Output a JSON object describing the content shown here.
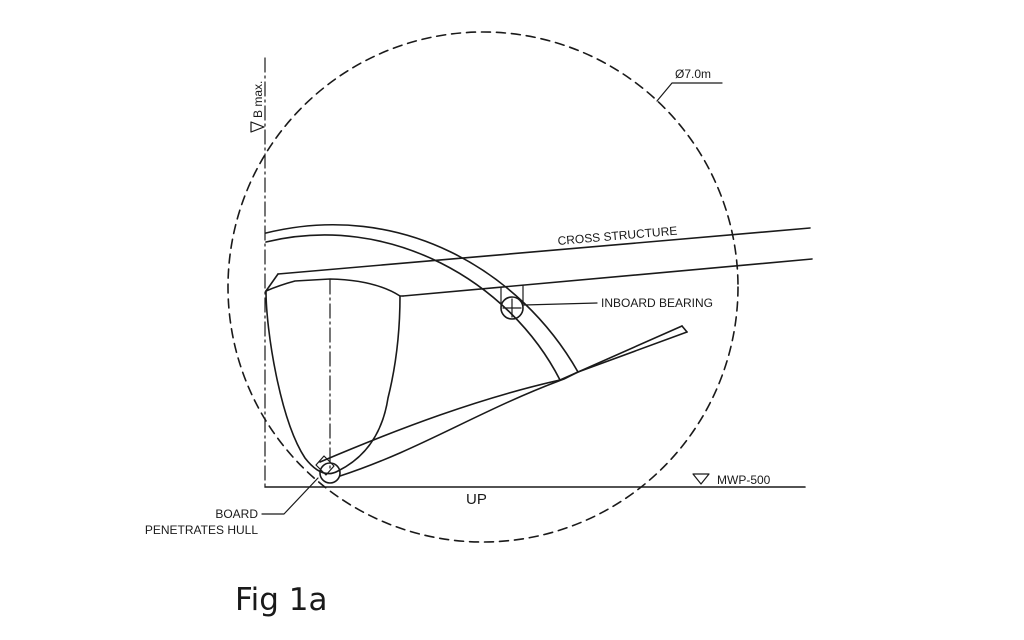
{
  "labels": {
    "diameter": "Ø7.0m",
    "b_max": "B max.",
    "cross_structure": "CROSS STRUCTURE",
    "inboard_bearing": "INBOARD BEARING",
    "mwp": "MWP-500",
    "up": "UP",
    "board_line1": "BOARD",
    "board_line2": "PENETRATES HULL"
  },
  "caption": "Fig 1a",
  "colors": {
    "line": "#1a1a1a",
    "background": "#ffffff"
  }
}
